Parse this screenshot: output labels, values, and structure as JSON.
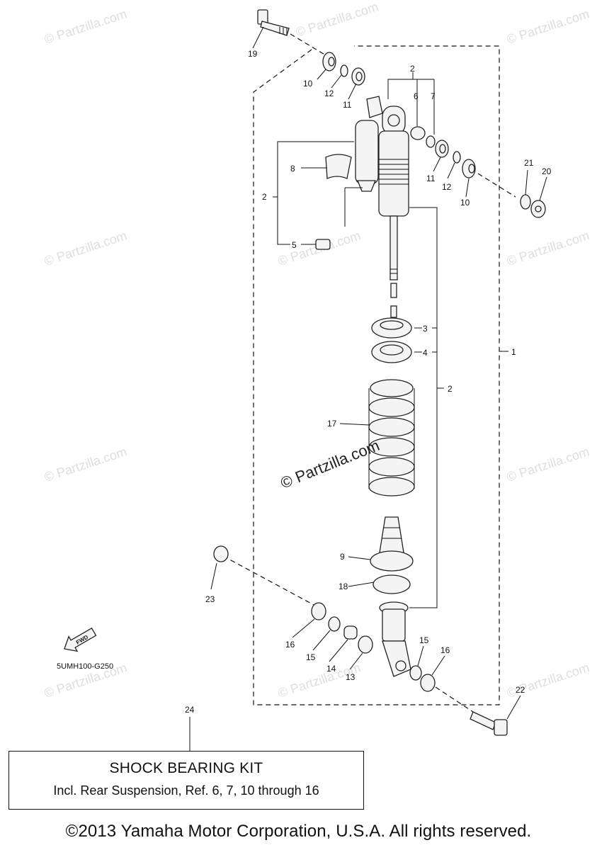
{
  "diagram": {
    "callouts": [
      "19",
      "10",
      "12",
      "11",
      "2",
      "6",
      "7",
      "8",
      "11",
      "12",
      "10",
      "21",
      "20",
      "2",
      "5",
      "3",
      "4",
      "1",
      "2",
      "17",
      "9",
      "18",
      "23",
      "16",
      "15",
      "14",
      "13",
      "15",
      "16",
      "22",
      "24"
    ],
    "ref_code": "5UMH100-G250",
    "fwd_label": "FWD",
    "watermark_center": "© Partzilla.com",
    "watermark_tile": "© Partzilla.com"
  },
  "kit": {
    "title": "SHOCK BEARING KIT",
    "description": "Incl. Rear Suspension, Ref. 6, 7, 10 through 16"
  },
  "footer": {
    "copyright": "©2013 Yamaha Motor Corporation, U.S.A. All rights reserved."
  }
}
